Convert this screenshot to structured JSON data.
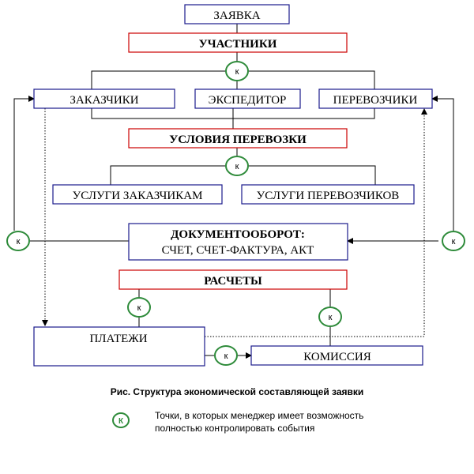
{
  "colors": {
    "box_blue": "#1a1a8c",
    "box_red": "#cc0000",
    "line": "#000000",
    "control_green": "#2e8b3a"
  },
  "boxes": {
    "request": "ЗАЯВКА",
    "participants": "УЧАСТНИКИ",
    "customers": "ЗАКАЗЧИКИ",
    "forwarder": "ЭКСПЕДИТОР",
    "carriers": "ПЕРЕВОЗЧИКИ",
    "transport_conditions": "УСЛОВИЯ ПЕРЕВОЗКИ",
    "customer_services": "УСЛУГИ ЗАКАЗЧИКАМ",
    "carrier_services": "УСЛУГИ ПЕРЕВОЗЧИКОВ",
    "document_flow_line1": "ДОКУМЕНТООБОРОТ:",
    "document_flow_line2": "СЧЕТ, СЧЕТ-ФАКТУРА, АКТ",
    "settlements": "РАСЧЕТЫ",
    "payments": "ПЛАТЕЖИ",
    "commission": "КОМИССИЯ"
  },
  "control_marker": "к",
  "legend_marker": "К",
  "caption": "Рис.  Структура экономической составляющей заявки",
  "legend": {
    "line1": "Точки, в которых менеджер имеет возможность",
    "line2": "полностью контролировать события"
  }
}
